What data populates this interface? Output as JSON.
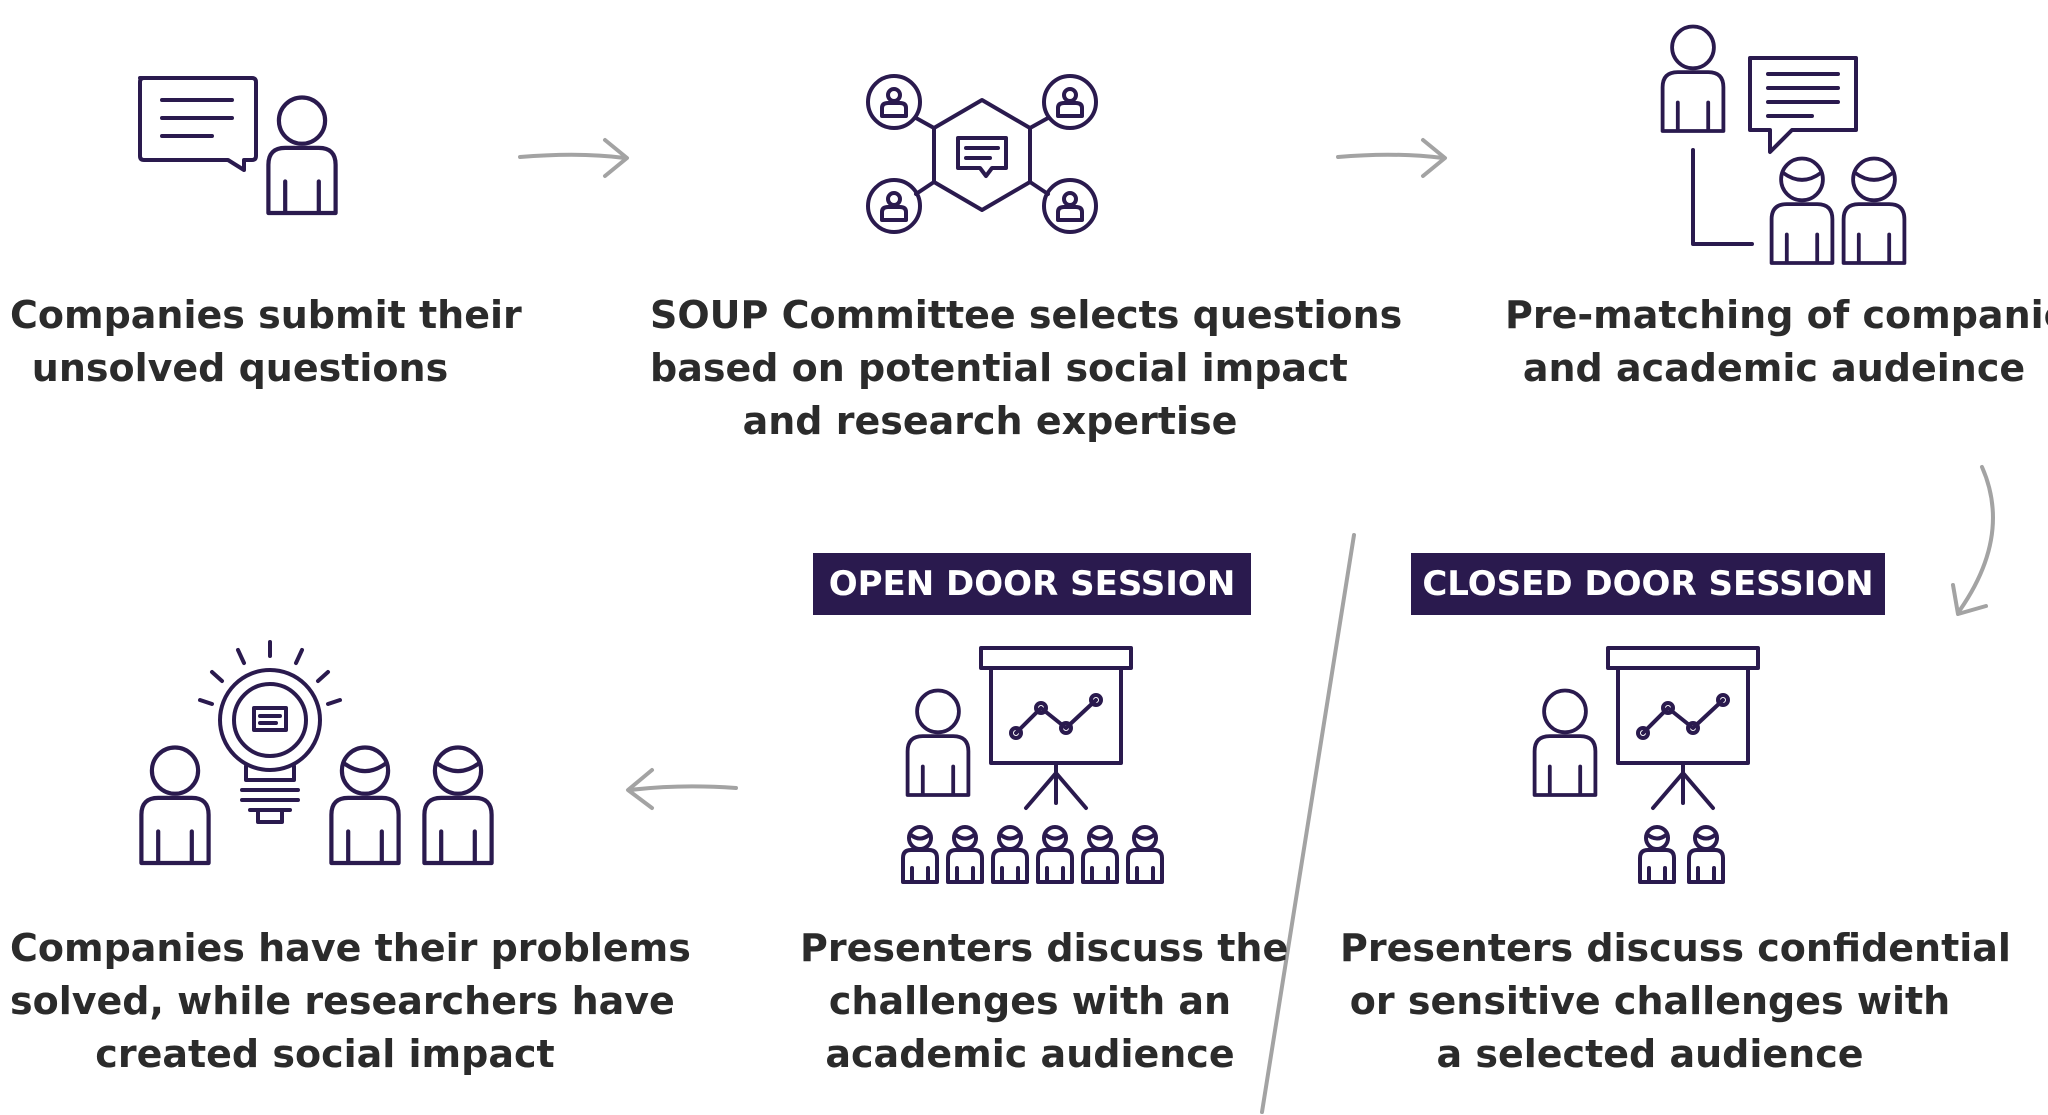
{
  "steps": {
    "submit": {
      "lines": [
        "Companies submit their",
        "unsolved questions"
      ],
      "icon": "speech-bubble-person-icon"
    },
    "select": {
      "lines": [
        "SOUP Committee selects questions",
        "based on potential social impact",
        "and research expertise"
      ],
      "icon": "network-hexagon-icon"
    },
    "prematch": {
      "lines": [
        "Pre-matching of companies",
        "and academic audeince"
      ],
      "icon": "person-matching-icon"
    },
    "closed": {
      "banner": "CLOSED DOOR SESSION",
      "lines": [
        "Presenters discuss confidential",
        "or sensitive challenges with",
        "a selected audience"
      ],
      "icon": "presentation-small-audience-icon"
    },
    "open": {
      "banner": "OPEN DOOR SESSION",
      "lines": [
        "Presenters discuss the",
        "challenges with an",
        "academic audience"
      ],
      "icon": "presentation-large-audience-icon"
    },
    "solved": {
      "lines": [
        "Companies have their problems",
        "solved, while researchers have",
        "created social impact"
      ],
      "icon": "lightbulb-people-icon"
    }
  },
  "colors": {
    "primary": "#2a1a4e",
    "arrow": "#a3a3a3",
    "text": "#2b2b2b"
  }
}
